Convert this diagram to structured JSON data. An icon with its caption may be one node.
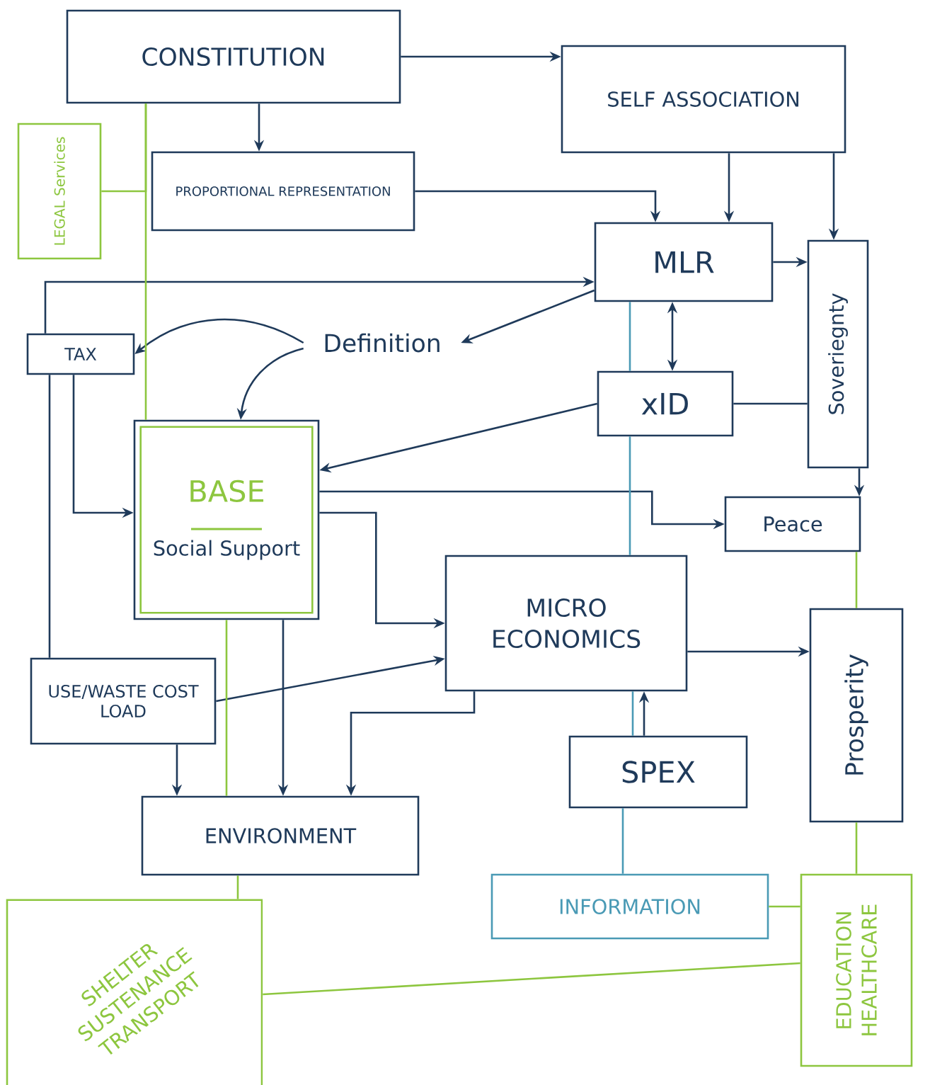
{
  "diagram": {
    "nodes": [
      {
        "text": [
          "CONSTITUTION"
        ]
      },
      {
        "text": [
          "SELF ASSOCIATION"
        ]
      },
      {
        "text": [
          "LEGAL Services"
        ]
      },
      {
        "text": [
          "PROPORTIONAL REPRESENTATION"
        ]
      },
      {
        "text": [
          "MLR"
        ]
      },
      {
        "text": [
          "Soveriegnty"
        ]
      },
      {
        "text": [
          "TAX"
        ]
      },
      {
        "text": [
          "Definition"
        ]
      },
      {
        "text": [
          "xID"
        ]
      },
      {
        "text": [
          "BASE",
          "Social Support"
        ]
      },
      {
        "text": [
          "Peace"
        ]
      },
      {
        "text": [
          "MICRO ECONOMICS"
        ]
      },
      {
        "text": [
          "Prosperity"
        ]
      },
      {
        "text": [
          "USE/WASTE COST LOAD"
        ]
      },
      {
        "text": [
          "SPEX"
        ]
      },
      {
        "text": [
          "ENVIRONMENT"
        ]
      },
      {
        "text": [
          "INFORMATION"
        ]
      },
      {
        "text": [
          "SHELTER SUSTENANCE TRANSPORT"
        ]
      },
      {
        "text": [
          "EDUCATION HEALTHCARE"
        ]
      }
    ],
    "edges": [
      {
        "from": 0,
        "to": 1,
        "arrow": "to"
      },
      {
        "from": 0,
        "to": 3,
        "arrow": "to"
      },
      {
        "from": 3,
        "to": 4,
        "arrow": "to"
      },
      {
        "from": 1,
        "to": 4,
        "arrow": "to"
      },
      {
        "from": 1,
        "to": 5,
        "arrow": "to"
      },
      {
        "from": 4,
        "to": 5,
        "arrow": "to"
      },
      {
        "from": 6,
        "to": 4,
        "arrow": "to"
      },
      {
        "from": 4,
        "to": 7,
        "arrow": "to"
      },
      {
        "from": 7,
        "to": 6,
        "arrow": "to"
      },
      {
        "from": 7,
        "to": 9,
        "arrow": "to"
      },
      {
        "from": 4,
        "to": 8,
        "arrow": "both"
      },
      {
        "from": 8,
        "to": 9,
        "arrow": "to"
      },
      {
        "from": 8,
        "to": 5,
        "arrow": "none"
      },
      {
        "from": 6,
        "to": 9,
        "arrow": "to"
      },
      {
        "from": 9,
        "to": 10,
        "arrow": "to"
      },
      {
        "from": 9,
        "to": 11,
        "arrow": "to"
      },
      {
        "from": 11,
        "to": 12,
        "arrow": "to"
      },
      {
        "from": 13,
        "to": 11,
        "arrow": "to"
      },
      {
        "from": 6,
        "to": 13,
        "arrow": "none"
      },
      {
        "from": 13,
        "to": 15,
        "arrow": "to"
      },
      {
        "from": 9,
        "to": 15,
        "arrow": "to"
      },
      {
        "from": 11,
        "to": 15,
        "arrow": "to"
      },
      {
        "from": 14,
        "to": 11,
        "arrow": "to"
      },
      {
        "from": 5,
        "to": 10,
        "arrow": "to"
      },
      {
        "from": 2,
        "to": 0,
        "arrow": "none",
        "color": "#8dc63f"
      },
      {
        "from": 0,
        "to": 9,
        "arrow": "none",
        "color": "#8dc63f"
      },
      {
        "from": 9,
        "to": 15,
        "arrow": "none",
        "color": "#8dc63f"
      },
      {
        "from": 15,
        "to": 17,
        "arrow": "none",
        "color": "#8dc63f"
      },
      {
        "from": 17,
        "to": 18,
        "arrow": "none",
        "color": "#8dc63f"
      },
      {
        "from": 10,
        "to": 12,
        "arrow": "none",
        "color": "#8dc63f"
      },
      {
        "from": 12,
        "to": 18,
        "arrow": "none",
        "color": "#8dc63f"
      },
      {
        "from": 16,
        "to": 18,
        "arrow": "none",
        "color": "#8dc63f"
      },
      {
        "from": 4,
        "to": 8,
        "arrow": "none",
        "color": "#4a9ab5"
      },
      {
        "from": 8,
        "to": 11,
        "arrow": "none",
        "color": "#4a9ab5"
      },
      {
        "from": 11,
        "to": 14,
        "arrow": "none",
        "color": "#4a9ab5"
      },
      {
        "from": 14,
        "to": 16,
        "arrow": "none",
        "color": "#4a9ab5"
      }
    ]
  }
}
